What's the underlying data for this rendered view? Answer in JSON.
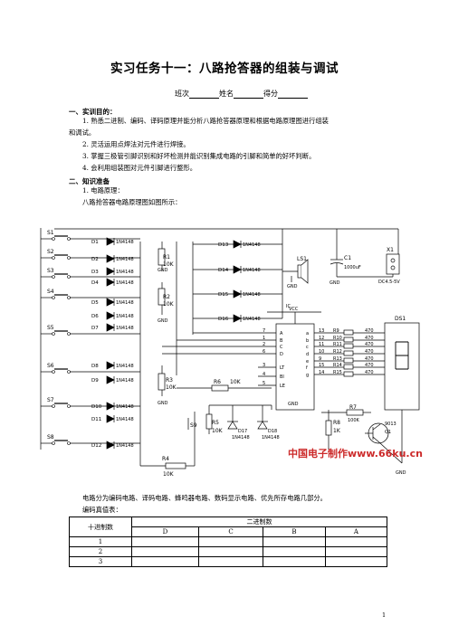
{
  "title": "实习任务十一：八路抢答器的组装与调试",
  "class_line": {
    "class_label": "班次",
    "name_label": "姓名",
    "score_label": "得分"
  },
  "section1": {
    "heading": "一、实训目的：",
    "items": [
      "1. 熟悉二进制、编码、译码原理并能分析八路抢答器原理和根据电路原理图进行组装",
      "和调试。",
      "2. 灵活运用点焊法对元件进行焊接。",
      "3. 掌握三极管引脚识别和好坏检测并能识别集成电路的引脚和简单的好坏判断。",
      "4. 会利用组装图对元件引脚进行整形。"
    ]
  },
  "section2": {
    "heading": "二、知识准备",
    "sub": "1. 电路原理：",
    "desc": "八路抢答器电路原理图如图所示："
  },
  "schematic": {
    "switches": [
      "S1",
      "S2",
      "S3",
      "S4",
      "S5",
      "S6",
      "S7",
      "S8"
    ],
    "diodes": [
      "D1",
      "D2",
      "D3",
      "D4",
      "D5",
      "D6",
      "D7",
      "D8",
      "D9",
      "D10",
      "D11",
      "D12"
    ],
    "diode_part": "1N4148",
    "upper_diodes": [
      "D13",
      "D14",
      "D15",
      "D16"
    ],
    "resistors": {
      "r1": "R1",
      "r1v": "10K",
      "r2": "R2",
      "r2v": "10K",
      "r3": "R3",
      "r3v": "10K",
      "r4": "R4",
      "r4v": "10K",
      "r5": "R5",
      "r5v": "10K",
      "r6": "R6",
      "r6v": "10K",
      "r7": "R7",
      "r7v": "100K",
      "r8": "R8",
      "r8v": "1K"
    },
    "gnd": "GND",
    "ls": "LS1",
    "cap": "C1",
    "cap_val": "1000uF",
    "x1": "X1",
    "x1_note": "DC4.5-5V",
    "vcc": "VCC",
    "ic": "IC",
    "ic_left": [
      "A",
      "B",
      "C",
      "D",
      "LT",
      "BI",
      "LE"
    ],
    "ic_right": [
      "a",
      "b",
      "c",
      "d",
      "e",
      "f",
      "g"
    ],
    "ic_gnd": "GND",
    "in_pins": [
      "7",
      "1",
      "2",
      "6",
      "3",
      "4",
      "5"
    ],
    "out_pins": [
      "13",
      "12",
      "11",
      "10",
      "9",
      "15",
      "14"
    ],
    "seg_resistors": [
      "R9",
      "R10",
      "R11",
      "R12",
      "R13",
      "R14",
      "R15"
    ],
    "seg_val": "470",
    "display": "DS1",
    "s9": "S9",
    "d17": "D17",
    "d18": "D18",
    "transistor": "9013",
    "q": "Q1",
    "watermark": "中国电子制作www.66ku.cn"
  },
  "section3": {
    "line": "电路分为编码电路、译码电路、蜂鸣器电路、数码显示电路、优先所存电路几部分。",
    "table_title": "编码真值表："
  },
  "truth_table": {
    "col1": "十进制数",
    "col2": "二进制数",
    "bits": [
      "D",
      "C",
      "B",
      "A"
    ],
    "rows": [
      "1",
      "2",
      "3"
    ]
  },
  "page_number": "1"
}
